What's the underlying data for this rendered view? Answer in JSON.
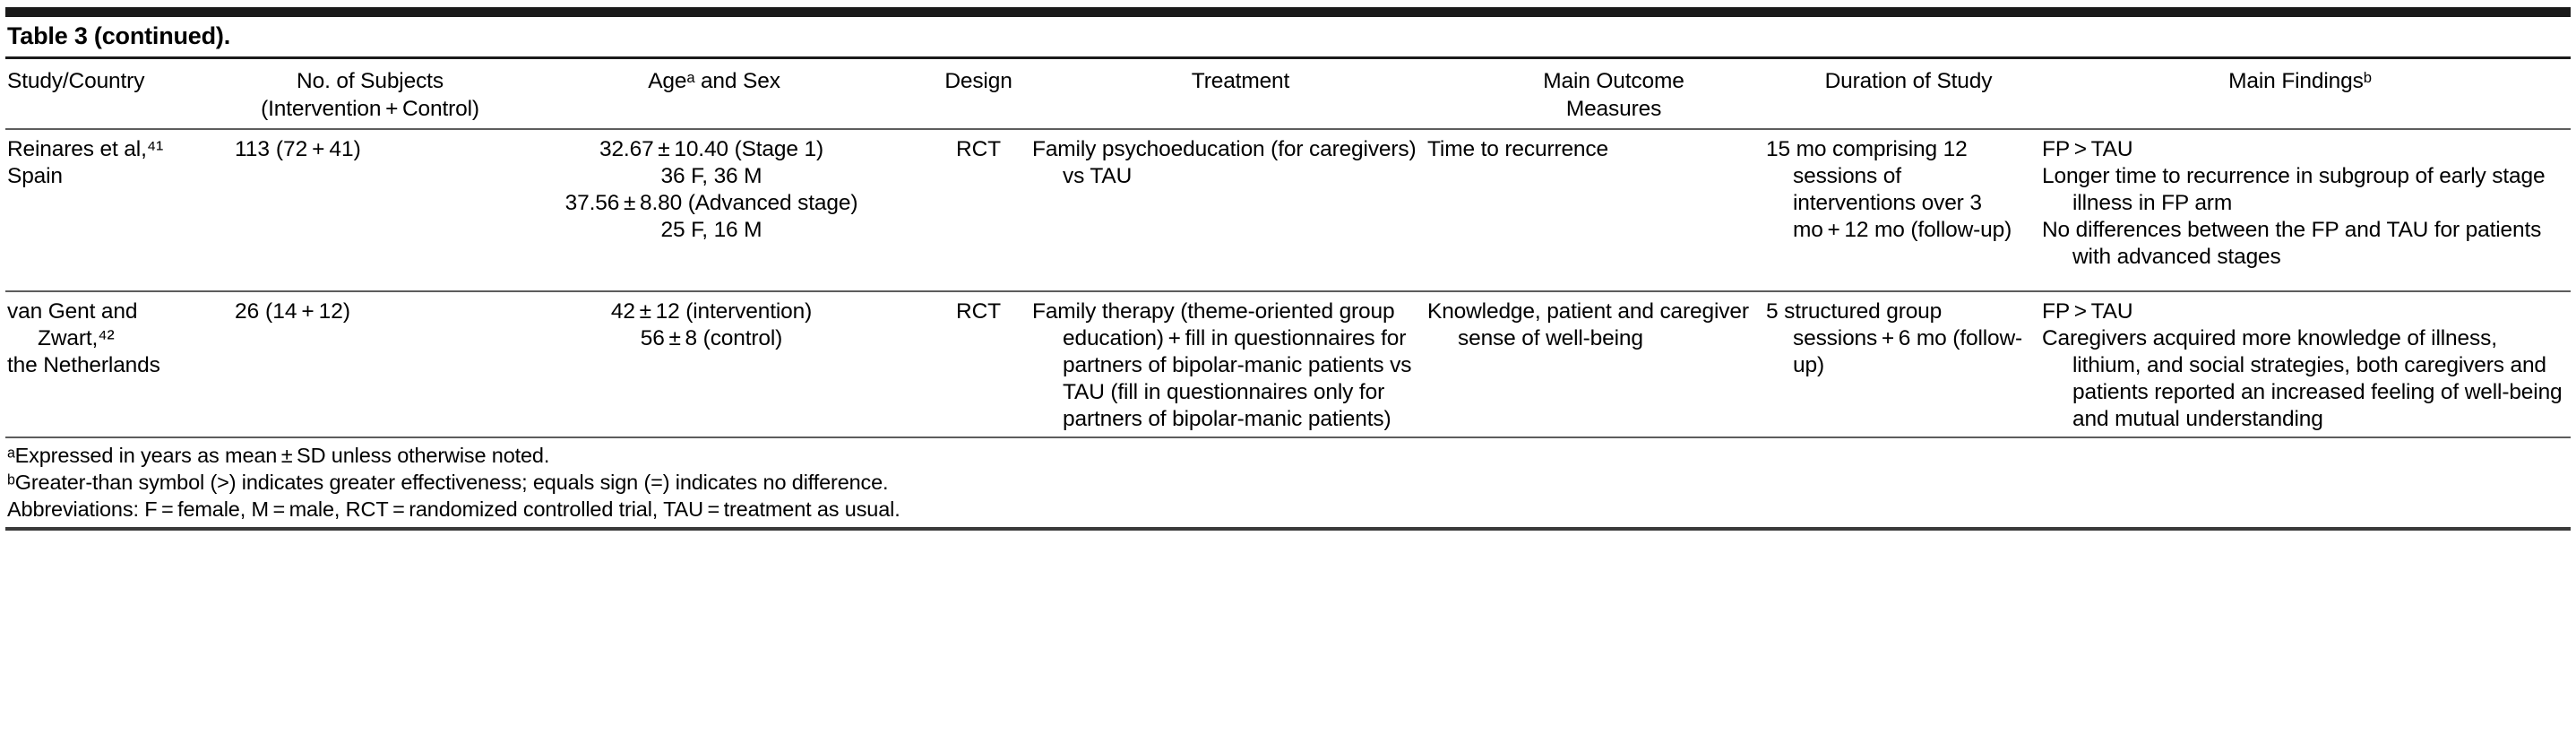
{
  "table": {
    "caption": "Table 3 (continued).",
    "headers": [
      {
        "top": "",
        "bottom": "Study/Country"
      },
      {
        "top": "No. of Subjects",
        "bottom": "(Intervention + Control)"
      },
      {
        "top": "",
        "bottom": "Ageᵃ and Sex"
      },
      {
        "top": "",
        "bottom": "Design"
      },
      {
        "top": "",
        "bottom": "Treatment"
      },
      {
        "top": "Main Outcome",
        "bottom": "Measures"
      },
      {
        "top": "",
        "bottom": "Duration of Study"
      },
      {
        "top": "",
        "bottom": "Main Findingsᵇ"
      }
    ],
    "rows": [
      {
        "study": [
          "Reinares et al,⁴¹",
          "Spain"
        ],
        "subjects": [
          "113 (72 + 41)"
        ],
        "age": [
          "32.67 ± 10.40 (Stage 1)",
          "36 F, 36 M",
          "37.56 ± 8.80 (Advanced stage)",
          "25 F, 16 M"
        ],
        "design": [
          "RCT"
        ],
        "treatment": [
          "Family psychoeducation (for caregivers) vs TAU"
        ],
        "outcome": [
          "Time to recurrence"
        ],
        "duration": [
          "15 mo comprising 12 sessions of interventions over 3 mo + 12 mo (follow-up)"
        ],
        "findings": [
          "FP > TAU",
          "Longer time to recurrence in subgroup of early stage illness in FP arm",
          "No differences between the FP and TAU for patients with advanced stages"
        ]
      },
      {
        "study": [
          "van Gent and",
          "Zwart,⁴²",
          "the Netherlands"
        ],
        "subjects": [
          "26 (14 + 12)"
        ],
        "age": [
          "42 ± 12 (intervention)",
          "56 ± 8 (control)"
        ],
        "design": [
          "RCT"
        ],
        "treatment": [
          "Family therapy (theme-oriented group education) + fill in questionnaires for partners of bipolar-manic patients vs TAU (fill in questionnaires only for partners of bipolar-manic patients)"
        ],
        "outcome": [
          "Knowledge, patient and caregiver sense of well-being"
        ],
        "duration": [
          "5 structured group sessions + 6 mo (follow-up)"
        ],
        "findings": [
          "FP > TAU",
          "Caregivers acquired more knowledge of illness, lithium, and social strategies, both caregivers and patients reported an increased feeling of well-being and mutual understanding"
        ]
      }
    ],
    "footnotes": [
      "ᵃExpressed in years as mean ± SD unless otherwise noted.",
      "ᵇGreater-than symbol (>) indicates greater effectiveness; equals sign (=) indicates no difference.",
      "Abbreviations: F = female, M = male, RCT = randomized controlled trial, TAU = treatment as usual."
    ]
  },
  "colors": {
    "rule": "#1a1a1a",
    "hairline": "#5d5d5d",
    "text": "#000000",
    "background": "#ffffff"
  }
}
